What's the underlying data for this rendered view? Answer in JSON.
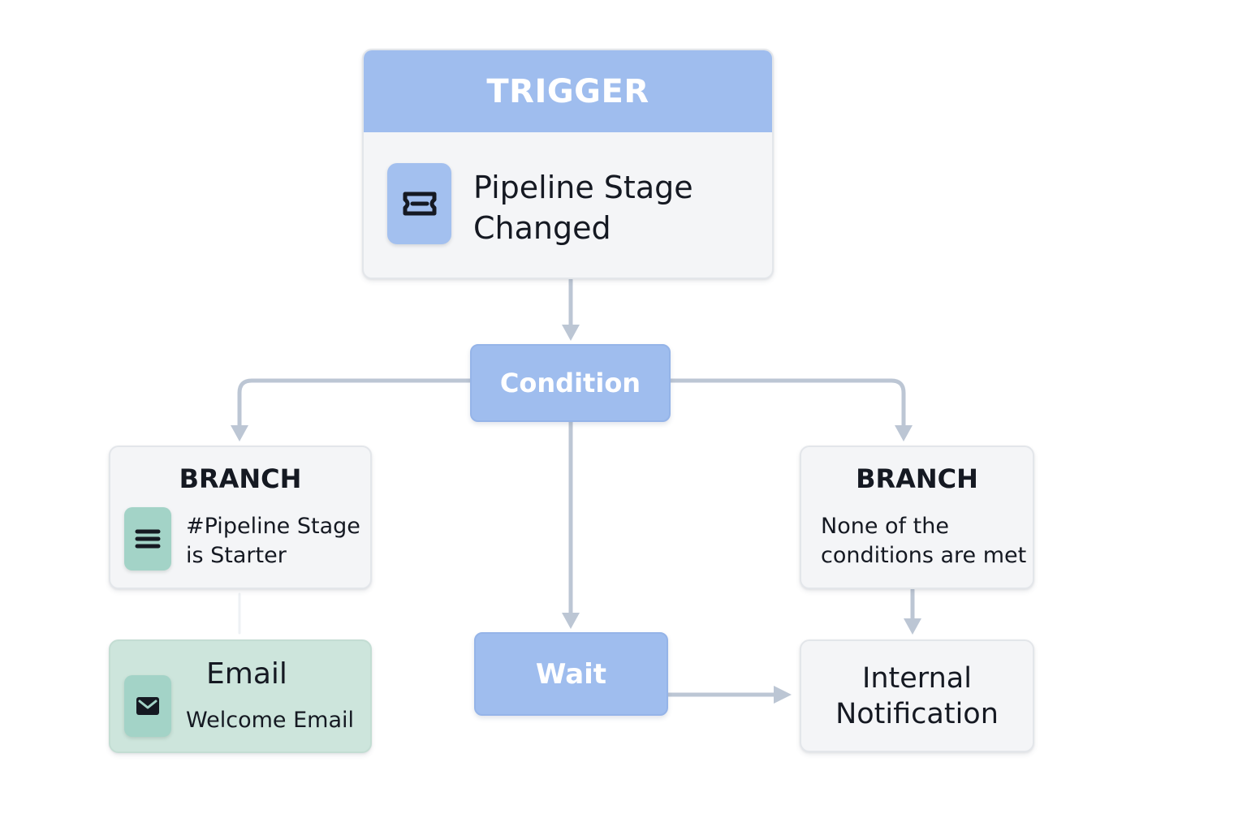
{
  "colors": {
    "accent_blue": "#9fbdee",
    "accent_green": "#a3d3c7",
    "email_card_bg": "#cde5dc",
    "card_bg": "#f4f5f7",
    "connector": "#bcc6d4"
  },
  "trigger": {
    "title": "TRIGGER",
    "label_line1": "Pipeline Stage",
    "label_line2": "Changed",
    "icon": "ticket-icon"
  },
  "condition": {
    "label": "Condition"
  },
  "branches": [
    {
      "title": "BRANCH",
      "label_line1": "#Pipeline Stage",
      "label_line2": "is Starter",
      "icon": "menu-icon"
    },
    {
      "title": "BRANCH",
      "label_line1": "None of the",
      "label_line2": "conditions are met"
    }
  ],
  "email": {
    "title": "Email",
    "subtitle": "Welcome Email",
    "icon": "envelope-icon"
  },
  "wait": {
    "label": "Wait"
  },
  "notification": {
    "label_line1": "Internal",
    "label_line2": "Notification"
  }
}
